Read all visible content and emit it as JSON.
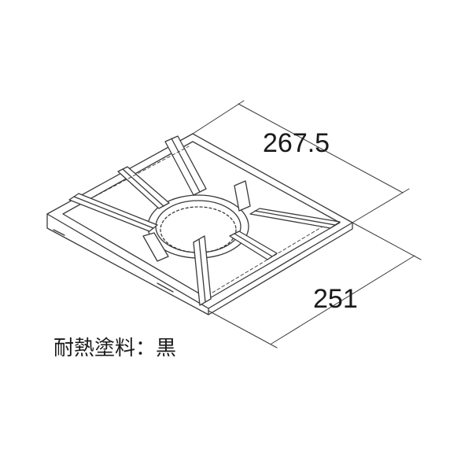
{
  "dimensions": {
    "width": "267.5",
    "depth": "251"
  },
  "note": "耐熱塗料：黒",
  "colors": {
    "line": "#3a3a3a",
    "fill": "#ffffff"
  }
}
